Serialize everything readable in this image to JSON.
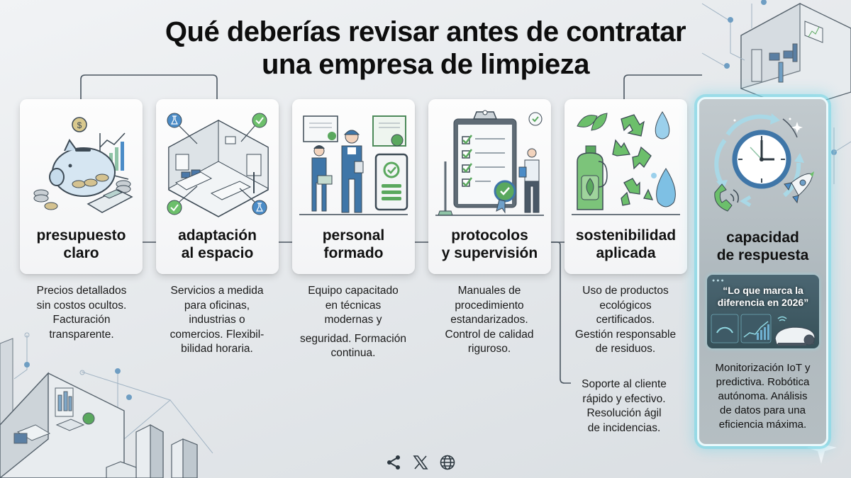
{
  "title": {
    "line1": "Qué deberías revisar antes de contratar",
    "line2": "una empresa de limpieza"
  },
  "cards": [
    {
      "title_line1": "presupuesto",
      "title_line2": "claro",
      "illustration": "piggy-bank-coins-calculator",
      "description": [
        "Precios detallados",
        "sin costos ocultos.",
        "Facturación",
        "transparente."
      ]
    },
    {
      "title_line1": "adaptación",
      "title_line2": "al espacio",
      "illustration": "isometric-office-lab-space",
      "description": [
        "Servicios a medida",
        "para oficinas,",
        "industrias o",
        "comercios. Flexibil-",
        "bilidad horaria."
      ]
    },
    {
      "title_line1": "personal",
      "title_line2": "formado",
      "illustration": "trained-cleaning-staff-certificates",
      "description": [
        "Equipo capacitado",
        "en técnicas",
        "modernas y",
        "seguridad. Formación",
        "continua."
      ]
    },
    {
      "title_line1": "protocolos",
      "title_line2": "y supervisión",
      "illustration": "checklist-clipboard-supervisor",
      "description": [
        "Manuales de",
        "procedimiento",
        "estandarizados.",
        "Control de calidad",
        "riguroso."
      ]
    },
    {
      "title_line1": "sostenibilidad",
      "title_line2": "aplicada",
      "illustration": "eco-bottle-recycle-water",
      "description": [
        "Uso de productos",
        "ecológicos",
        "certificados.",
        "Gestión responsable",
        "de residuos."
      ],
      "extra": [
        "Soporte al cliente",
        "rápido y efectivo.",
        "Resolución ágil",
        "de incidencias."
      ]
    },
    {
      "title_line1": "capacidad",
      "title_line2": "de respuesta",
      "illustration": "clock-phone-rocket",
      "highlight_quote_line1": "“Lo que marca la",
      "highlight_quote_line2": "diferencia en 2026”",
      "description": [
        "Monitorización IoT y",
        "predictiva. Robótica",
        "autónoma. Análisis",
        "de datos para una",
        "eficiencia máxima."
      ]
    }
  ],
  "footer": {
    "icons": [
      "share-icon",
      "x-logo-icon",
      "globe-icon"
    ]
  },
  "colors": {
    "accent_glow": "#7fd8e6",
    "green": "#5aa85e",
    "blue": "#3d6f9e",
    "light_blue": "#8ec8e0",
    "line_gray": "#4a5560"
  }
}
